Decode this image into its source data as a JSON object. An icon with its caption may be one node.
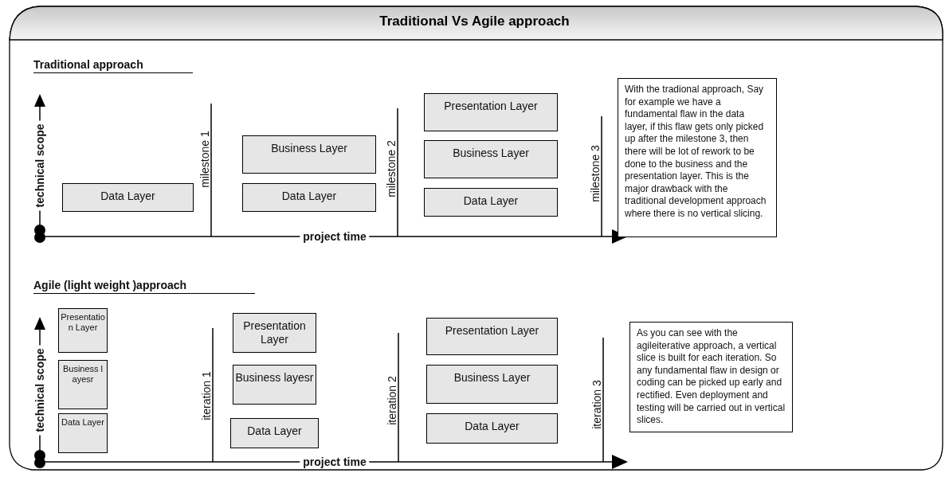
{
  "diagram": {
    "title": "Traditional Vs Agile approach",
    "nodes": [
      {
        "text": [
          "Data Layer"
        ]
      },
      {
        "text": [
          "Business Layer"
        ]
      },
      {
        "text": [
          "Data Layer"
        ]
      },
      {
        "text": [
          "Presentation Layer"
        ]
      },
      {
        "text": [
          "Business Layer"
        ]
      },
      {
        "text": [
          "Data Layer"
        ]
      },
      {
        "text": [
          "With the tradional approach, Say for example we have a fundamental flaw in the data layer, if this flaw gets only picked up after the milestone 3, then there will be lot of rework to be done to the business and the presentation layer. This is the major drawback with the traditional development approach where there is no vertical slicing."
        ]
      },
      {
        "text": [
          "Presentation Layer"
        ]
      },
      {
        "text": [
          "Business layesr"
        ]
      },
      {
        "text": [
          "Data Layer"
        ]
      },
      {
        "text": [
          "Presentation Layer"
        ]
      },
      {
        "text": [
          "Business layesr"
        ]
      },
      {
        "text": [
          "Data Layer"
        ]
      },
      {
        "text": [
          "Presentation Layer"
        ]
      },
      {
        "text": [
          "Business Layer"
        ]
      },
      {
        "text": [
          "Data Layer"
        ]
      },
      {
        "text": [
          "As you can see with the agileiterative approach, a vertical slice is built for each iteration. So any fundamental flaw in design or coding can be picked up early and rectified. Even deployment and testing will be carried out in vertical slices."
        ]
      }
    ],
    "labels": [
      "Traditional approach",
      "technical scope",
      "milestone 1",
      "milestone 2",
      "milestone 3",
      "project time",
      "Agile (light weight )approach",
      "technical scope",
      "iteration 1",
      "iteration 2",
      "iteration 3",
      "project time"
    ]
  }
}
